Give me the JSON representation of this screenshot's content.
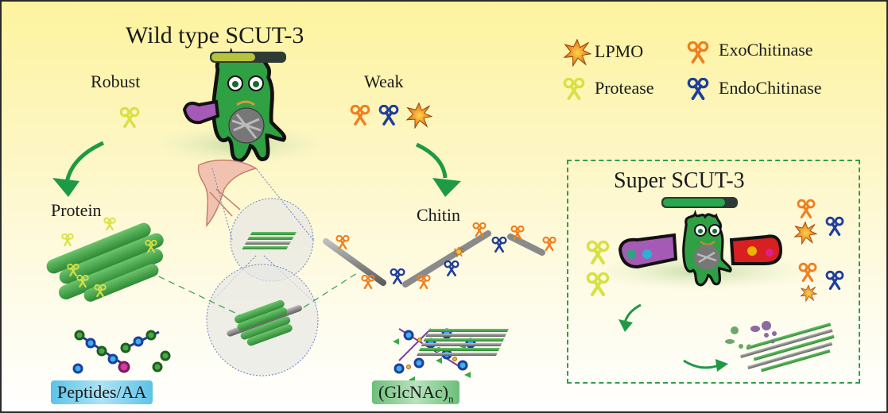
{
  "figure": {
    "wild_type": {
      "title": "Wild type SCUT-3",
      "activity_fraction": 0.6,
      "activity_color": "#b7c43a",
      "protease_label": "Robust",
      "chitinase_label": "Weak"
    },
    "super_strain": {
      "title": "Super SCUT-3",
      "activity_fraction": 0.85,
      "activity_color": "#27a84a"
    },
    "substrates": {
      "protein_label": "Protein",
      "chitin_label": "Chitin"
    },
    "products": {
      "peptides_label": "Peptides/AA",
      "glcnac_label": "(GlcNAc)",
      "glcnac_subscript": "n"
    },
    "legend": [
      {
        "icon": "starburst-icon",
        "label": "LPMO",
        "color": "#f0902a"
      },
      {
        "icon": "scissors-icon",
        "label": "ExoChitinase",
        "color": "#f07f1e"
      },
      {
        "icon": "scissors-icon",
        "label": "Protease",
        "color": "#d8e043"
      },
      {
        "icon": "scissors-icon",
        "label": "EndoChitinase",
        "color": "#1f3e9c"
      }
    ],
    "colors": {
      "protease": "#d8e043",
      "exochitinase": "#f07f1e",
      "endochitinase": "#1f3e9c",
      "lpmo": "#f0902a",
      "arrow": "#1e9a45",
      "cell": "#2fa043",
      "fiber": "#4caf50",
      "chitin_rod": "#8a8a8a"
    }
  }
}
